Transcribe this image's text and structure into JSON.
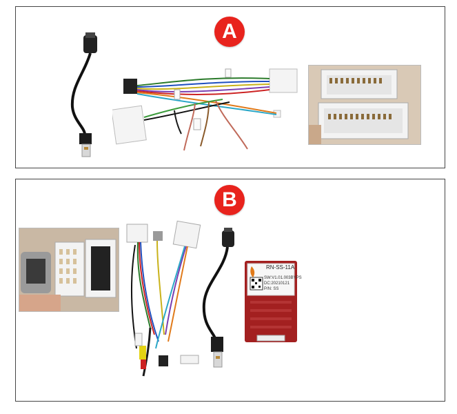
{
  "panel_a": {
    "badge": "A"
  },
  "panel_b": {
    "badge": "B",
    "module_label": {
      "model": "RN-SS-11A",
      "line1": "SW:V1.01.003BYPS",
      "line2": "DC:20210121",
      "line3": "P/N: SS"
    }
  },
  "colors": {
    "badge": "#e8231d",
    "module_body": "#a32020",
    "connector": "#f2f2f2"
  }
}
